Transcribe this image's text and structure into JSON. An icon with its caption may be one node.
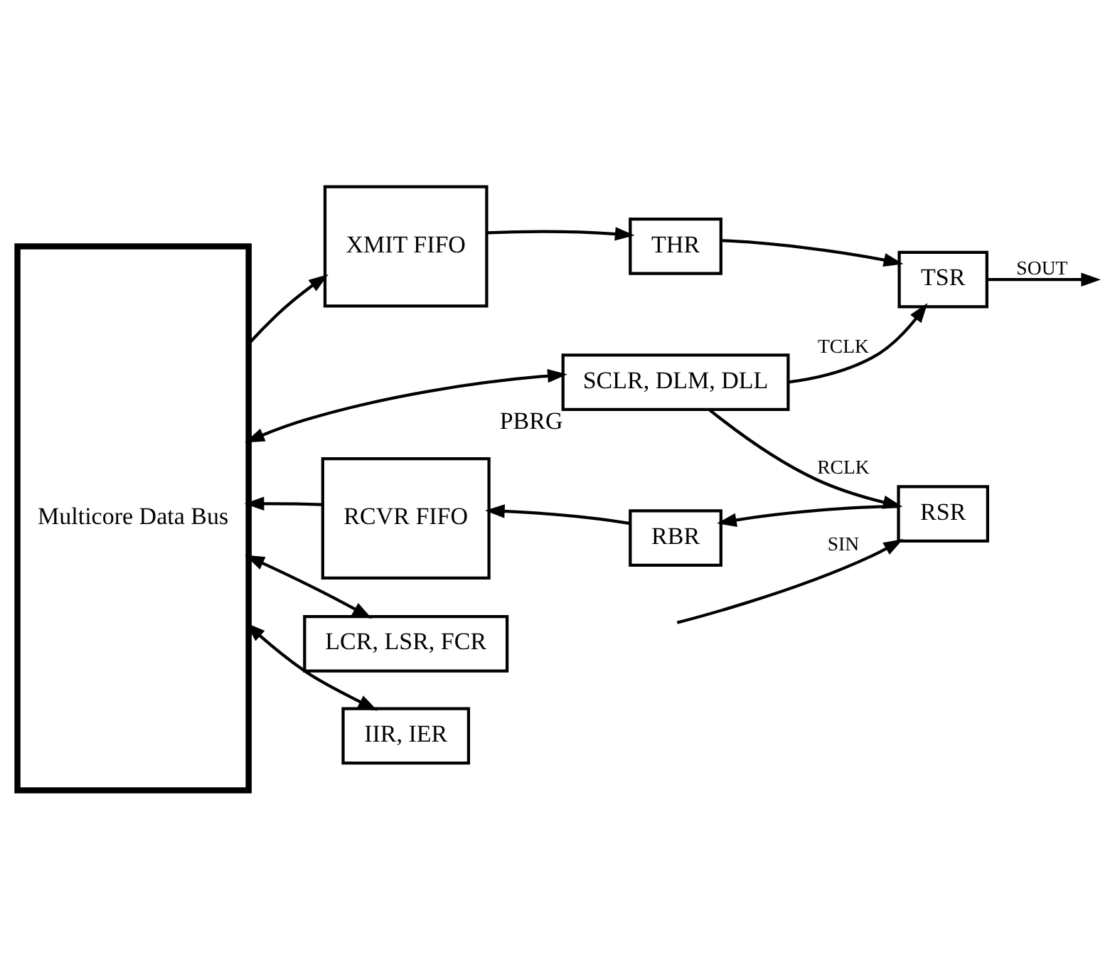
{
  "diagram": {
    "nodes": [
      {
        "text": [
          "Multicore Data Bus"
        ]
      },
      {
        "text": [
          "XMIT FIFO"
        ]
      },
      {
        "text": [
          "THR"
        ]
      },
      {
        "text": [
          "TSR"
        ]
      },
      {
        "text": [
          "SCLR, DLM, DLL"
        ],
        "beside": [
          "PBRG"
        ]
      },
      {
        "text": [
          "RCVR FIFO"
        ]
      },
      {
        "text": [
          "RBR"
        ]
      },
      {
        "text": [
          "RSR"
        ]
      },
      {
        "text": [
          "LCR, LSR, FCR"
        ]
      },
      {
        "text": [
          "IIR, IER"
        ]
      }
    ],
    "edges": [
      {
        "from": 0,
        "to": 1,
        "arrow": "to"
      },
      {
        "from": 1,
        "to": 2,
        "arrow": "to"
      },
      {
        "from": 2,
        "to": 3,
        "arrow": "to"
      },
      {
        "from": 3,
        "to": null,
        "arrow": "to",
        "label": "SOUT"
      },
      {
        "from": 0,
        "to": 4,
        "arrow": "both"
      },
      {
        "from": 4,
        "to": 3,
        "arrow": "to",
        "label": "TCLK"
      },
      {
        "from": 4,
        "to": 7,
        "arrow": "to",
        "label": "RCLK"
      },
      {
        "from": 5,
        "to": 0,
        "arrow": "to"
      },
      {
        "from": 6,
        "to": 5,
        "arrow": "to"
      },
      {
        "from": 7,
        "to": 6,
        "arrow": "to"
      },
      {
        "from": null,
        "to": 7,
        "arrow": "to",
        "label": "SIN"
      },
      {
        "from": 0,
        "to": 8,
        "arrow": "both"
      },
      {
        "from": 0,
        "to": 9,
        "arrow": "both"
      }
    ]
  }
}
